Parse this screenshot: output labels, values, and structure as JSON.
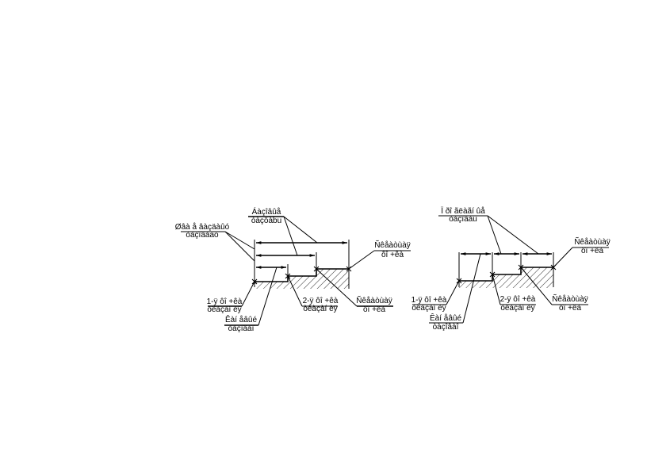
{
  "left": {
    "top_label": {
      "line1": "Áàçîâûå",
      "line2": "òàçöàbu"
    },
    "left_label": {
      "line1": "Øâà å âàçäàûó",
      "line2": "òàçîâàao"
    },
    "right_label": {
      "line1": "Ñêåàòùàÿ",
      "line2": "ôî +êà"
    },
    "bl1_label": {
      "line1": "1-ÿ ôî +êà",
      "line2": "òêàçàí èÿ"
    },
    "bl2_label": {
      "line1": "Êàí åâûé",
      "line2": "òàçîâàî"
    },
    "bc_label": {
      "line1": "2-ÿ ôî +êà",
      "line2": "òêàçàí èÿ"
    },
    "br_label": {
      "line1": "Ñêåàòùàÿ",
      "line2": "ôî +êà"
    }
  },
  "right": {
    "top_label": {
      "line1": "Ï ðî ãëàãí ûå",
      "line2": "òàçîâàu"
    },
    "right_label": {
      "line1": "Ñêåàòùàÿ",
      "line2": "ôî +êà"
    },
    "bl1_label": {
      "line1": "1-ÿ ôî +êà",
      "line2": "òêàçàí èÿ"
    },
    "bl2_label": {
      "line1": "Êàí åâûé",
      "line2": "òàçîâàî"
    },
    "bc_label": {
      "line1": "2-ÿ ôî +êà",
      "line2": "òêàçàí èÿ"
    },
    "br_label": {
      "line1": "Ñêåàòùàÿ",
      "line2": "ôî +êà"
    }
  }
}
